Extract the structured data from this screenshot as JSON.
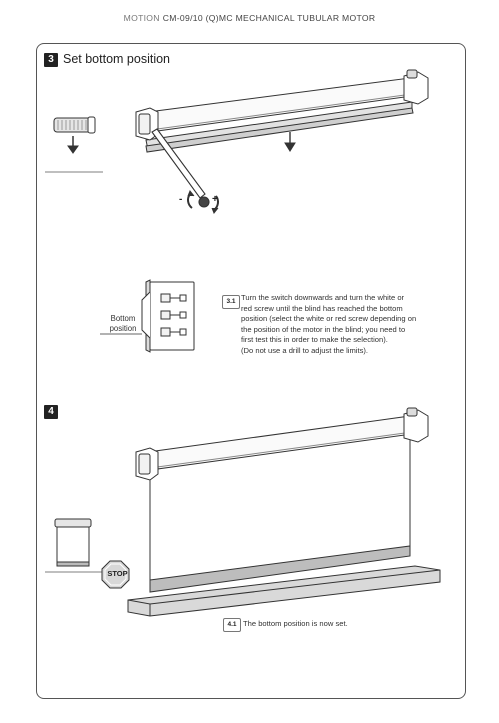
{
  "header": {
    "brand": "MOTION",
    "title": "CM-09/10 (Q)MC MECHANICAL TUBULAR MOTOR"
  },
  "step3": {
    "number": "3",
    "title": "Set bottom position",
    "substep_number": "3.1",
    "instructions": [
      "Turn the switch downwards and turn the white or",
      "red screw until the blind has reached the bottom",
      "position (select the white or red screw depending on",
      "the position of the motor in the blind; you need to",
      "first test this in order to make the selection).",
      "(Do not use a drill to adjust the limits)."
    ],
    "switch_label_line1": "Bottom",
    "switch_label_line2": "position",
    "rotate_minus": "-",
    "rotate_plus": "+"
  },
  "step4": {
    "number": "4",
    "substep_number": "4.1",
    "text": "The bottom position is now set.",
    "stop_sign": "STOP"
  },
  "colors": {
    "stop_red": "#d8d8d8",
    "line": "#333333",
    "fill_grey": "#d6d6d6",
    "badge_dark": "#222222"
  }
}
